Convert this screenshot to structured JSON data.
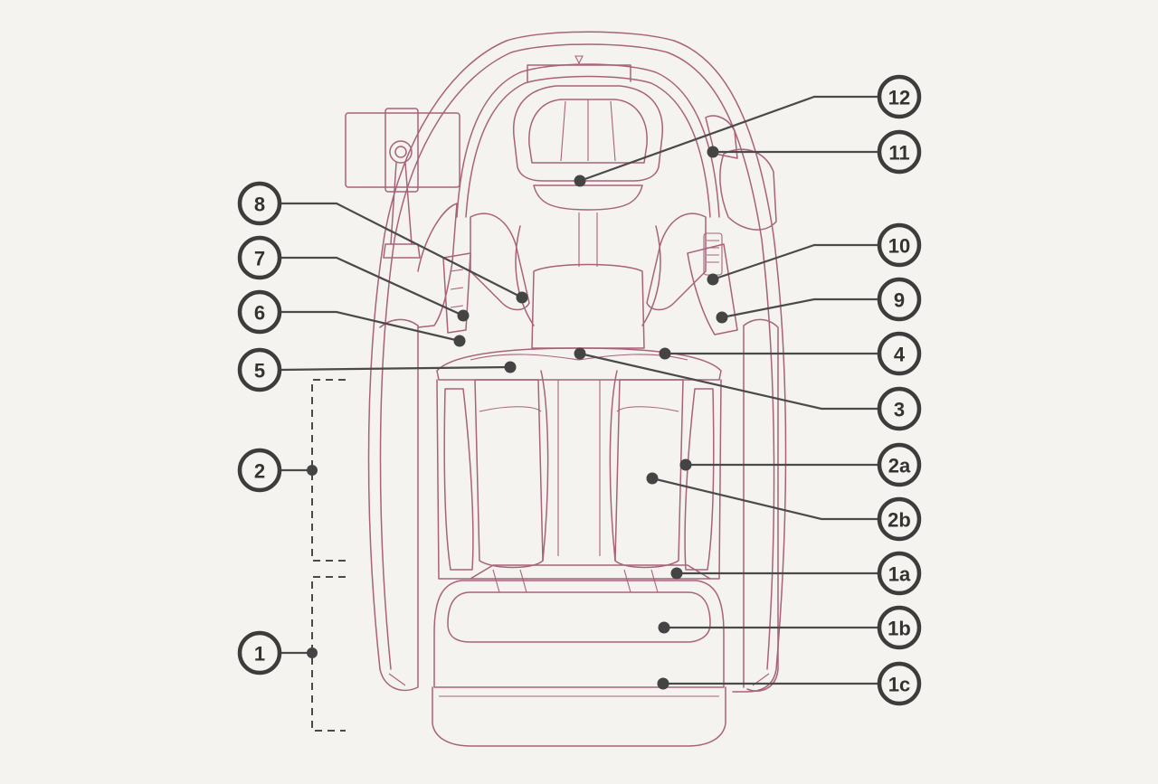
{
  "diagram": {
    "colors": {
      "background": "#f4f3ef",
      "chair_outline": "#a8627a",
      "callout": "#3c3c3c"
    },
    "callouts": [
      {
        "id": "12",
        "label": "12"
      },
      {
        "id": "11",
        "label": "11"
      },
      {
        "id": "10",
        "label": "10"
      },
      {
        "id": "9",
        "label": "9"
      },
      {
        "id": "8",
        "label": "8"
      },
      {
        "id": "7",
        "label": "7"
      },
      {
        "id": "6",
        "label": "6"
      },
      {
        "id": "5",
        "label": "5"
      },
      {
        "id": "4",
        "label": "4"
      },
      {
        "id": "3",
        "label": "3"
      },
      {
        "id": "2a",
        "label": "2a"
      },
      {
        "id": "2b",
        "label": "2b"
      },
      {
        "id": "1a",
        "label": "1a"
      },
      {
        "id": "1b",
        "label": "1b"
      },
      {
        "id": "1c",
        "label": "1c"
      },
      {
        "id": "2",
        "label": "2"
      },
      {
        "id": "1",
        "label": "1"
      }
    ]
  }
}
